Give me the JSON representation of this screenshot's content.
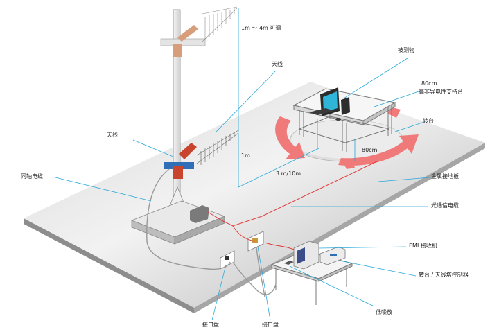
{
  "labels": {
    "height_range": "1m ～ 4m 可调",
    "antenna_top": "天线",
    "antenna_low": "天线",
    "eut": "被测物",
    "table_80cm_line1": "80cm",
    "table_80cm_line2": "高非导电性支持台",
    "turntable": "转台",
    "dim_1m": "1m",
    "dim_80cm": "80cm",
    "distance": "3 m/10m",
    "coax_cable": "同轴电缆",
    "ground_plane": "金属接地板",
    "fiber_cable": "光通信电缆",
    "emi_receiver": "EMI 接收机",
    "controller": "转台 / 天线塔控制器",
    "lna": "低噪放",
    "interface_box_left": "接口盘",
    "interface_box_right": "接口盘"
  },
  "colors": {
    "leader": "#29a8d8",
    "fiber": "#e23a3a",
    "rotation_arrow": "#f07a7a",
    "antenna_mount": "#c8442c",
    "ground_light": "#e6e6e6",
    "ground_dark": "#9a9a9a"
  }
}
